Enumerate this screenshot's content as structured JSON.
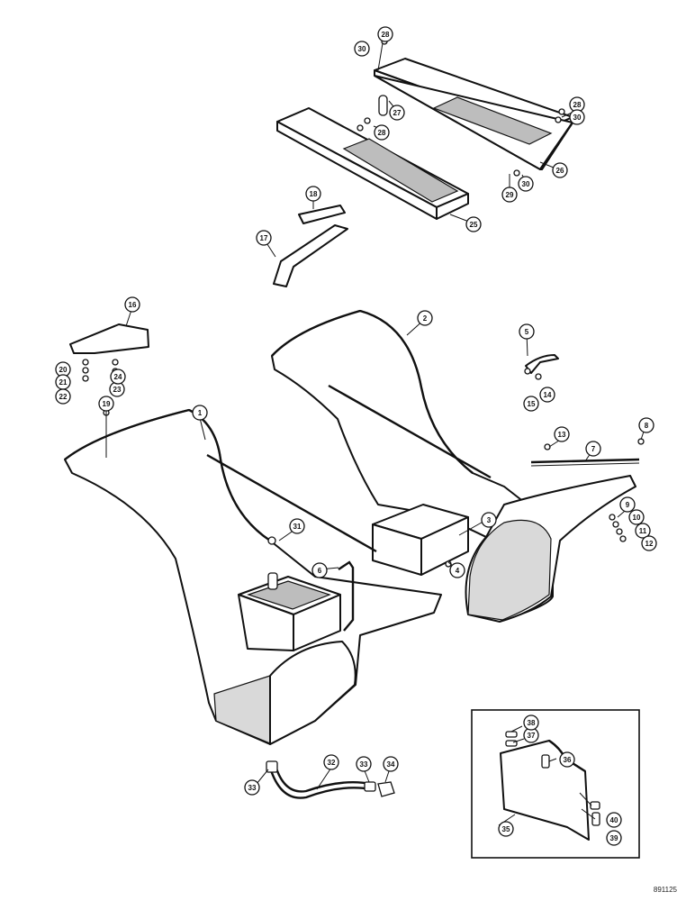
{
  "figure": {
    "drawing_code": "891125",
    "callouts": [
      "1",
      "2",
      "3",
      "4",
      "5",
      "6",
      "7",
      "8",
      "9",
      "10",
      "11",
      "12",
      "13",
      "14",
      "15",
      "16",
      "17",
      "18",
      "19",
      "20",
      "21",
      "22",
      "23",
      "24",
      "25",
      "26",
      "27",
      "28",
      "28",
      "28",
      "29",
      "30",
      "30",
      "30",
      "31",
      "32",
      "33",
      "33",
      "34",
      "35",
      "36",
      "37",
      "38",
      "39",
      "40"
    ]
  }
}
